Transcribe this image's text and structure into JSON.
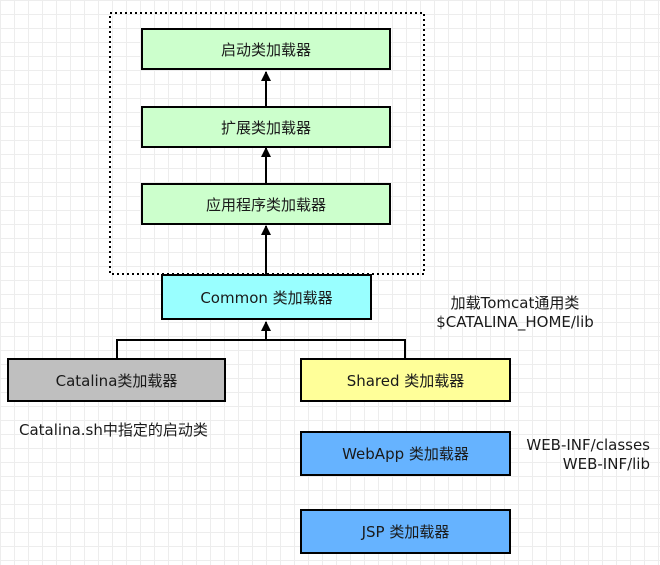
{
  "colors": {
    "core": "#ccffcc",
    "common": "#99ffff",
    "catalina": "#bfbfbf",
    "shared": "#ffff99",
    "webapp": "#66b3ff",
    "jsp": "#66b3ff",
    "line": "#000000"
  },
  "boxes": {
    "bootstrap": "启动类加载器",
    "extension": "扩展类加载器",
    "application": "应用程序类加载器",
    "common": "Common 类加载器",
    "catalina": "Catalina类加载器",
    "shared": "Shared 类加载器",
    "webapp": "WebApp 类加载器",
    "jsp": "JSP 类加载器"
  },
  "notes": {
    "common_line1": "加载Tomcat通用类",
    "common_line2": "$CATALINA_HOME/lib",
    "catalina": "Catalina.sh中指定的启动类",
    "webapp_line1": "WEB-INF/classes",
    "webapp_line2": "WEB-INF/lib"
  }
}
